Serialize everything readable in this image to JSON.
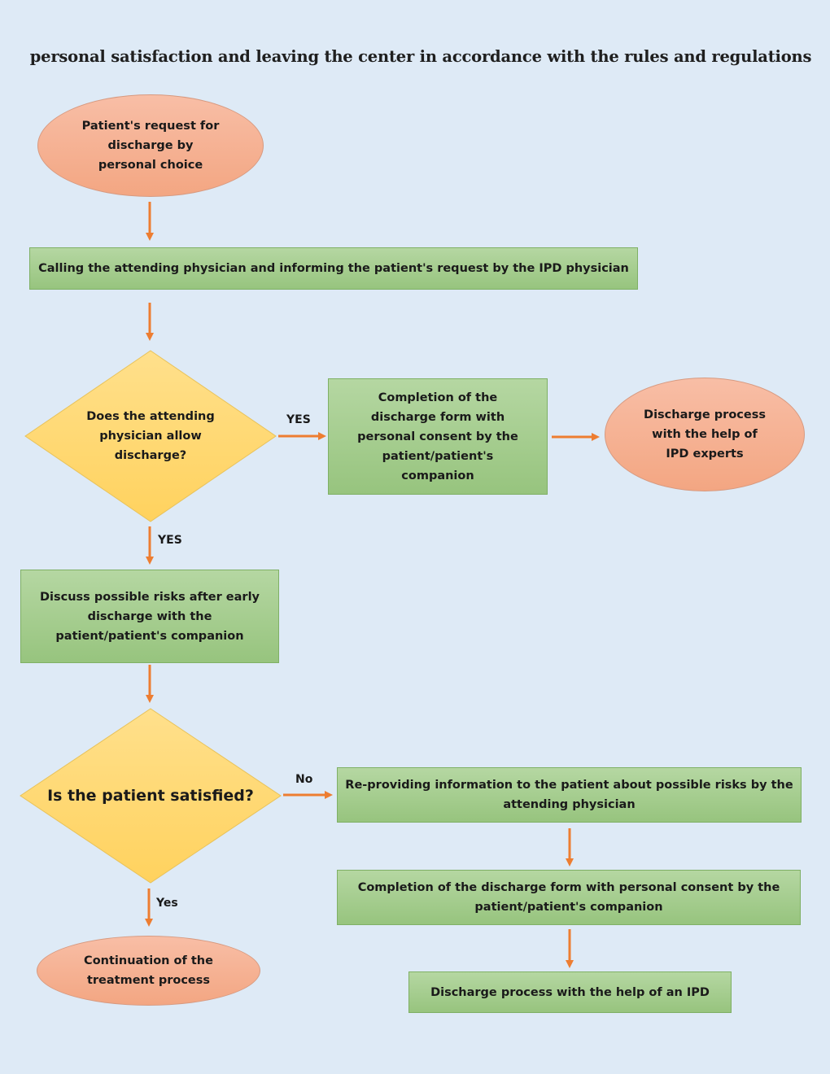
{
  "title": "personal satisfaction and leaving the center in accordance with the rules and regulations",
  "nodes": {
    "patient_request": "Patient's request for\ndischarge by\npersonal choice",
    "calling_physician": "Calling the attending physician and informing the patient's request by the IPD physician",
    "allow_decision": "Does the attending\nphysician allow\ndischarge?",
    "completion_form_top": "Completion of the\ndischarge form with\npersonal consent by the\npatient/patient's\ncompanion",
    "discharge_experts": "Discharge process\nwith the help of\nIPD experts",
    "discuss_risks": "Discuss possible risks after early\ndischarge with the\npatient/patient's companion",
    "satisfied_decision": "Is the patient satisfied?",
    "reproviding_info": "Re-providing information to the patient about possible risks by the\nattending physician",
    "completion_form_bottom": "Completion of the discharge form with personal consent by the\npatient/patient's companion",
    "continuation": "Continuation of the\ntreatment process",
    "discharge_ipd": "Discharge process with the help of an IPD"
  },
  "labels": {
    "yes_right": "YES",
    "yes_down": "YES",
    "no_right": "No",
    "yes_bottom": "Yes"
  },
  "colors": {
    "arrow": "#ed7d31",
    "process_fill": "#a9d18e",
    "terminal_fill": "#f4b183",
    "decision_fill": "#ffd966",
    "background": "#deeaf6"
  }
}
